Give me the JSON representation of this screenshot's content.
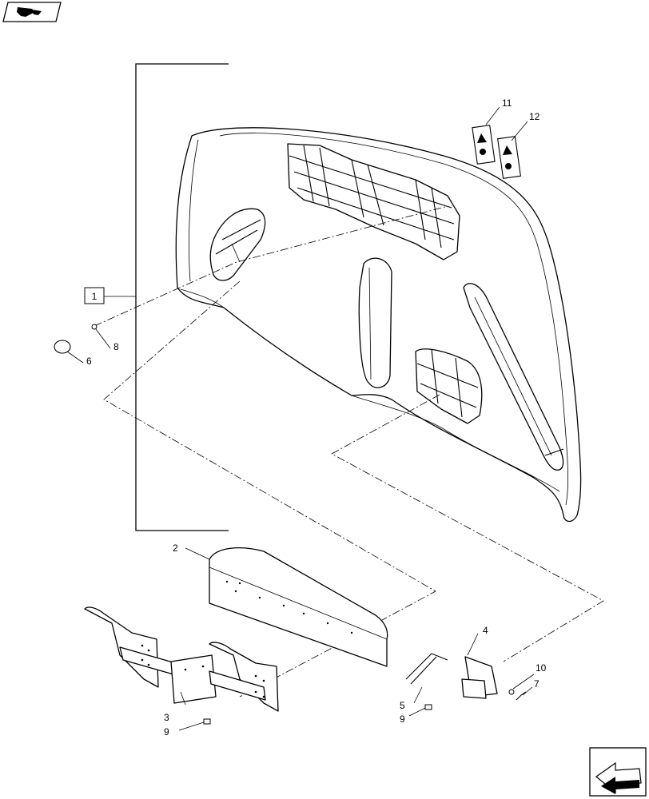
{
  "diagram": {
    "callouts": {
      "c1": "1",
      "c2": "2",
      "c3": "3",
      "c4": "4",
      "c5": "5",
      "c6": "6",
      "c7": "7",
      "c8": "8",
      "c9a": "9",
      "c9b": "9",
      "c10": "10",
      "c11": "11",
      "c12": "12"
    },
    "icons": {
      "top_left": "book-hand-icon",
      "bottom_right": "navigation-arrow-icon"
    },
    "colors": {
      "line": "#000000",
      "background": "#ffffff"
    }
  }
}
